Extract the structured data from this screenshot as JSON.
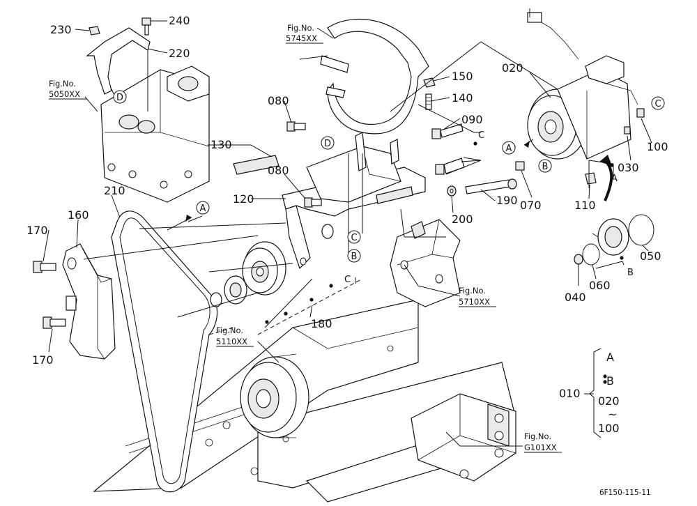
{
  "callouts": [
    {
      "id": "p230",
      "text": "230"
    },
    {
      "id": "p240",
      "text": "240"
    },
    {
      "id": "p220",
      "text": "220"
    },
    {
      "id": "p080a",
      "text": "080"
    },
    {
      "id": "p130",
      "text": "130"
    },
    {
      "id": "p080b",
      "text": "080"
    },
    {
      "id": "p120",
      "text": "120"
    },
    {
      "id": "p210",
      "text": "210"
    },
    {
      "id": "p160",
      "text": "160"
    },
    {
      "id": "p170a",
      "text": "170"
    },
    {
      "id": "p170b",
      "text": "170"
    },
    {
      "id": "p150",
      "text": "150"
    },
    {
      "id": "p140",
      "text": "140"
    },
    {
      "id": "p090",
      "text": "090"
    },
    {
      "id": "p200",
      "text": "200"
    },
    {
      "id": "p190",
      "text": "190"
    },
    {
      "id": "p180",
      "text": "180"
    },
    {
      "id": "p020",
      "text": "020"
    },
    {
      "id": "p100",
      "text": "100"
    },
    {
      "id": "p030",
      "text": "030"
    },
    {
      "id": "p070",
      "text": "070"
    },
    {
      "id": "p110",
      "text": "110"
    },
    {
      "id": "p050",
      "text": "050"
    },
    {
      "id": "p040",
      "text": "040"
    },
    {
      "id": "p060",
      "text": "060"
    },
    {
      "id": "p010",
      "text": "010"
    }
  ],
  "figrefs": [
    {
      "id": "f5050",
      "line1": "Fig.No.",
      "line2": "5050XX"
    },
    {
      "id": "f5745",
      "line1": "Fig.No.",
      "line2": "5745XX"
    },
    {
      "id": "f5710",
      "line1": "Fig.No.",
      "line2": "5710XX"
    },
    {
      "id": "f5110",
      "line1": "Fig.No.",
      "line2": "5110XX"
    },
    {
      "id": "fG101",
      "line1": "Fig.No.",
      "line2": "G101XX"
    }
  ],
  "markers": {
    "circled": [
      {
        "id": "cD1",
        "text": "D"
      },
      {
        "id": "cD2",
        "text": "D"
      },
      {
        "id": "cA1",
        "text": "A"
      },
      {
        "id": "cC1",
        "text": "C"
      },
      {
        "id": "cB1",
        "text": "B"
      },
      {
        "id": "cA2",
        "text": "A"
      },
      {
        "id": "cB2",
        "text": "B"
      },
      {
        "id": "cC2",
        "text": "C"
      }
    ],
    "plain": [
      {
        "id": "tC1",
        "text": "C"
      },
      {
        "id": "tC2",
        "text": "C"
      },
      {
        "id": "tA",
        "text": "A"
      },
      {
        "id": "tB",
        "text": "B"
      }
    ]
  },
  "assembly_group": {
    "number": "010",
    "items": [
      "A",
      "B",
      "020",
      "~",
      "100"
    ]
  },
  "drawing_code": "6F150-115-11",
  "colors": {
    "ink": "#111111",
    "paper": "#ffffff",
    "shade": "#e9e9e9"
  }
}
